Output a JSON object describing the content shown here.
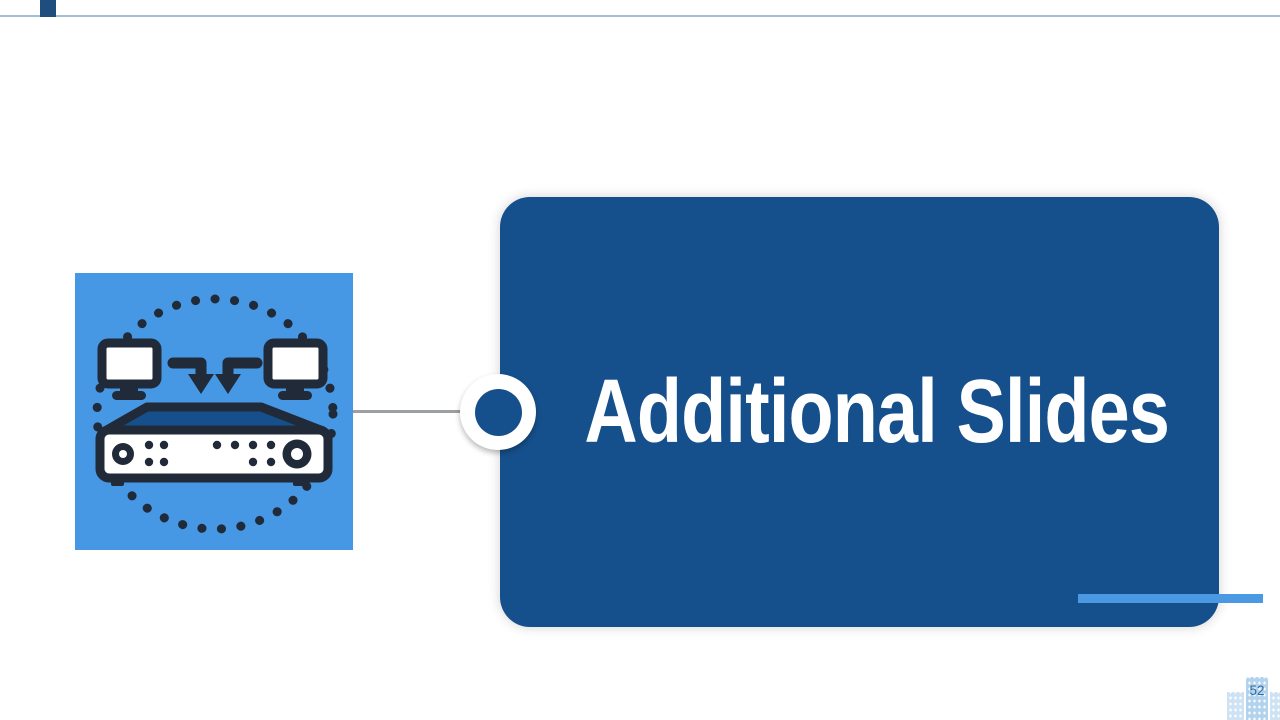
{
  "slide": {
    "title": "Additional Slides",
    "page_number": "52"
  },
  "icon": {
    "name": "network-switch-with-monitors-icon",
    "description": "two monitors linked by bent arrows down to a network switch inside a dotted circle"
  },
  "colors": {
    "card_blue": "#15508c",
    "tile_blue": "#4697e4",
    "accent_bar_blue": "#4c99e3",
    "top_rule_blue": "#a3c0da",
    "top_square_navy": "#1d4e7e",
    "connector_gray": "#9da0a3",
    "icon_line_dark": "#212a38",
    "page_number_blue": "#2f6da6",
    "building_light_blue": "#cfe2f3",
    "building_mid_blue": "#b3d2ed",
    "title_text_white": "#ffffff"
  }
}
